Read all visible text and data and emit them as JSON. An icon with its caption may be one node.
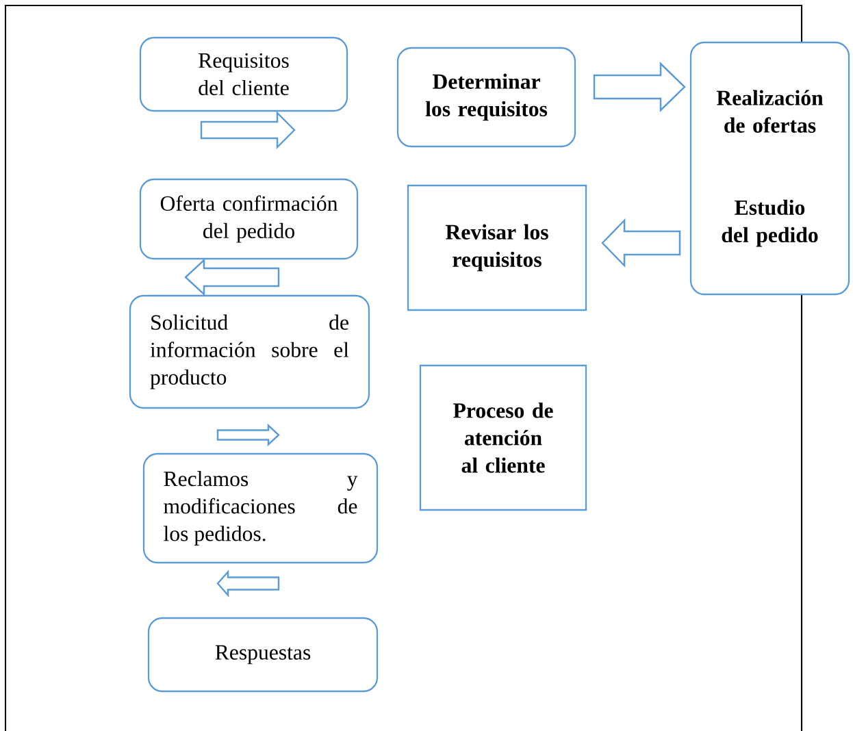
{
  "diagram": {
    "nodes": [
      {
        "text": [
          "Requisitos del cliente"
        ]
      },
      {
        "text": [
          "Determinar los requisitos"
        ]
      },
      {
        "text": [
          "Realización de ofertas",
          "Estudio del pedido"
        ]
      },
      {
        "text": [
          "Oferta confirmación del pedido"
        ]
      },
      {
        "text": [
          "Revisar los requisitos"
        ]
      },
      {
        "text": [
          "Solicitud de información sobre el producto"
        ]
      },
      {
        "text": [
          "Proceso de atención al cliente"
        ]
      },
      {
        "text": [
          "Reclamos y modificaciones de los pedidos."
        ]
      },
      {
        "text": [
          "Respuestas"
        ]
      }
    ],
    "edges": [
      {
        "from": 3,
        "to": 0,
        "arrow": "to"
      },
      {
        "from": 1,
        "to": 2,
        "arrow": "to"
      },
      {
        "from": 2,
        "to": 4,
        "arrow": "to"
      },
      {
        "from": 5,
        "to": 3,
        "arrow": "to"
      },
      {
        "from": 5,
        "to": 7,
        "arrow": "to"
      },
      {
        "from": 8,
        "to": 7,
        "arrow": "to"
      }
    ]
  }
}
